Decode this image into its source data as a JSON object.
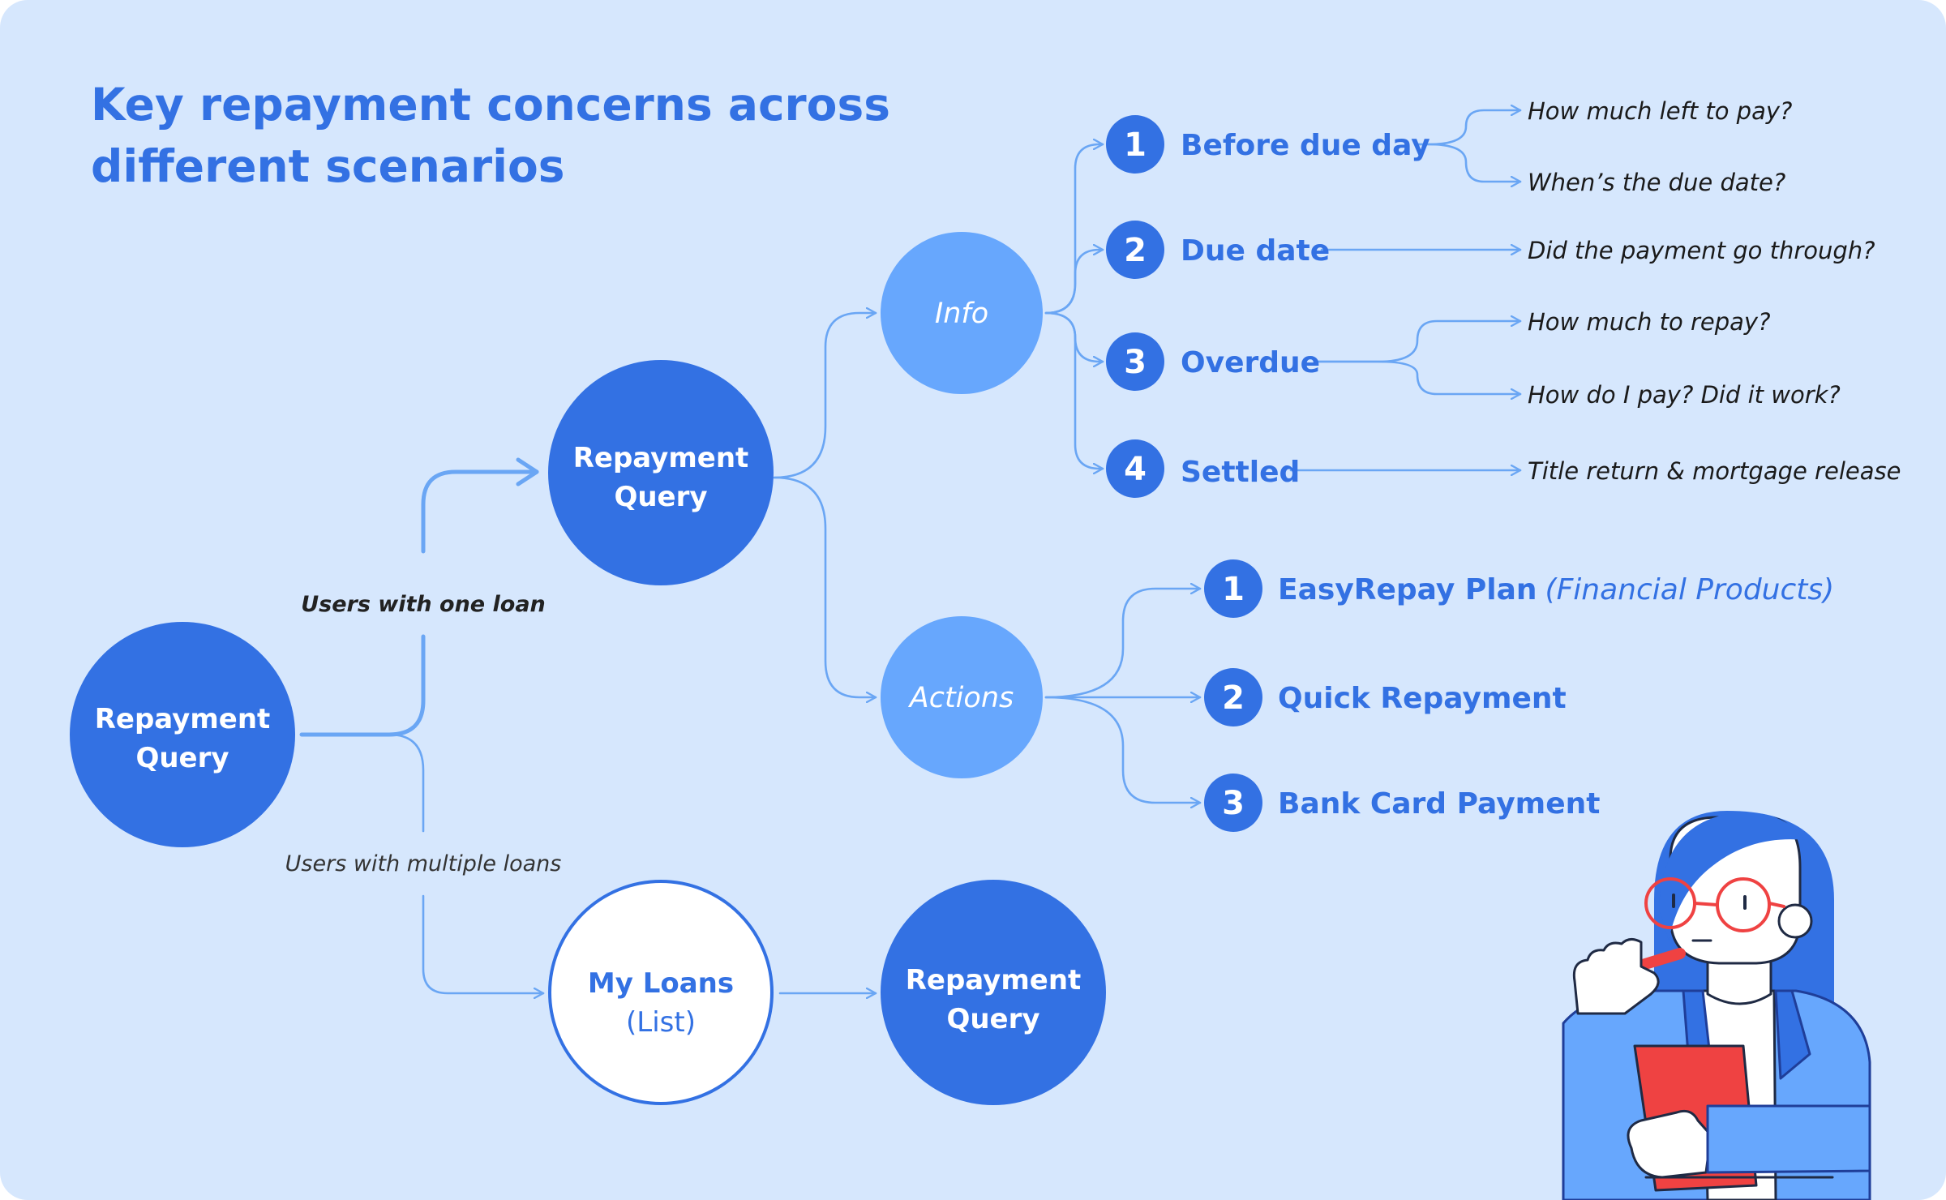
{
  "colors": {
    "background": "#d6e7fd",
    "node_dark": "#3371e3",
    "node_light": "#67a7fd",
    "text_blue": "#3371e3",
    "connector": "#6aa6f4",
    "ink": "#222222",
    "accent_red": "#ef4242"
  },
  "title": {
    "line1": "Key repayment concerns across",
    "line2": "different scenarios"
  },
  "root": {
    "line1": "Repayment",
    "line2": "Query"
  },
  "branches": {
    "one_loan": "Users with one loan",
    "multiple_loans": "Users with multiple loans"
  },
  "query_node": {
    "line1": "Repayment",
    "line2": "Query"
  },
  "my_loans": {
    "line1": "My Loans",
    "line2": "(List)"
  },
  "query_node_2": {
    "line1": "Repayment",
    "line2": "Query"
  },
  "info": {
    "label": "Info",
    "items": [
      {
        "num": "1",
        "label": "Before due day",
        "questions": [
          "How much left to pay?",
          "When’s the due date?"
        ]
      },
      {
        "num": "2",
        "label": "Due date",
        "questions": [
          "Did the payment go through?"
        ]
      },
      {
        "num": "3",
        "label": "Overdue",
        "questions": [
          "How much to repay?",
          "How do I pay? Did it work?"
        ]
      },
      {
        "num": "4",
        "label": "Settled",
        "questions": [
          "Title return & mortgage release"
        ]
      }
    ]
  },
  "actions": {
    "label": "Actions",
    "items": [
      {
        "num": "1",
        "label": "EasyRepay Plan",
        "note": "(Financial Products)"
      },
      {
        "num": "2",
        "label": "Quick Repayment"
      },
      {
        "num": "3",
        "label": "Bank Card Payment"
      }
    ]
  },
  "illustration": "person-thinking-with-clipboard"
}
